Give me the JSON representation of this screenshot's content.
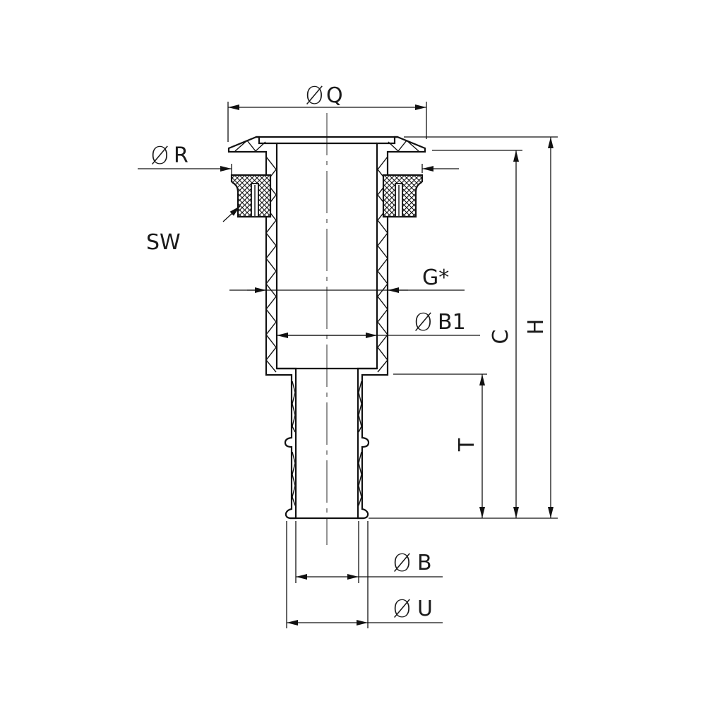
{
  "drawing": {
    "type": "technical-drawing",
    "subject": "skin fitting / through-hull with hose tail and nut (section view)"
  },
  "symbols": {
    "diameter": "Ø"
  },
  "dimensions": {
    "Q": {
      "label": "Q",
      "diameter": true
    },
    "R": {
      "label": "R",
      "diameter": true
    },
    "SW": {
      "label": "SW",
      "diameter": false
    },
    "G": {
      "label": "G*",
      "diameter": false
    },
    "B1": {
      "label": "B1",
      "diameter": true
    },
    "C": {
      "label": "C",
      "diameter": false
    },
    "H": {
      "label": "H",
      "diameter": false
    },
    "T": {
      "label": "T",
      "diameter": false
    },
    "B": {
      "label": "B",
      "diameter": true
    },
    "U": {
      "label": "U",
      "diameter": true
    }
  },
  "colors": {
    "line": "#111111",
    "centerline": "#666666",
    "background": "#ffffff"
  }
}
